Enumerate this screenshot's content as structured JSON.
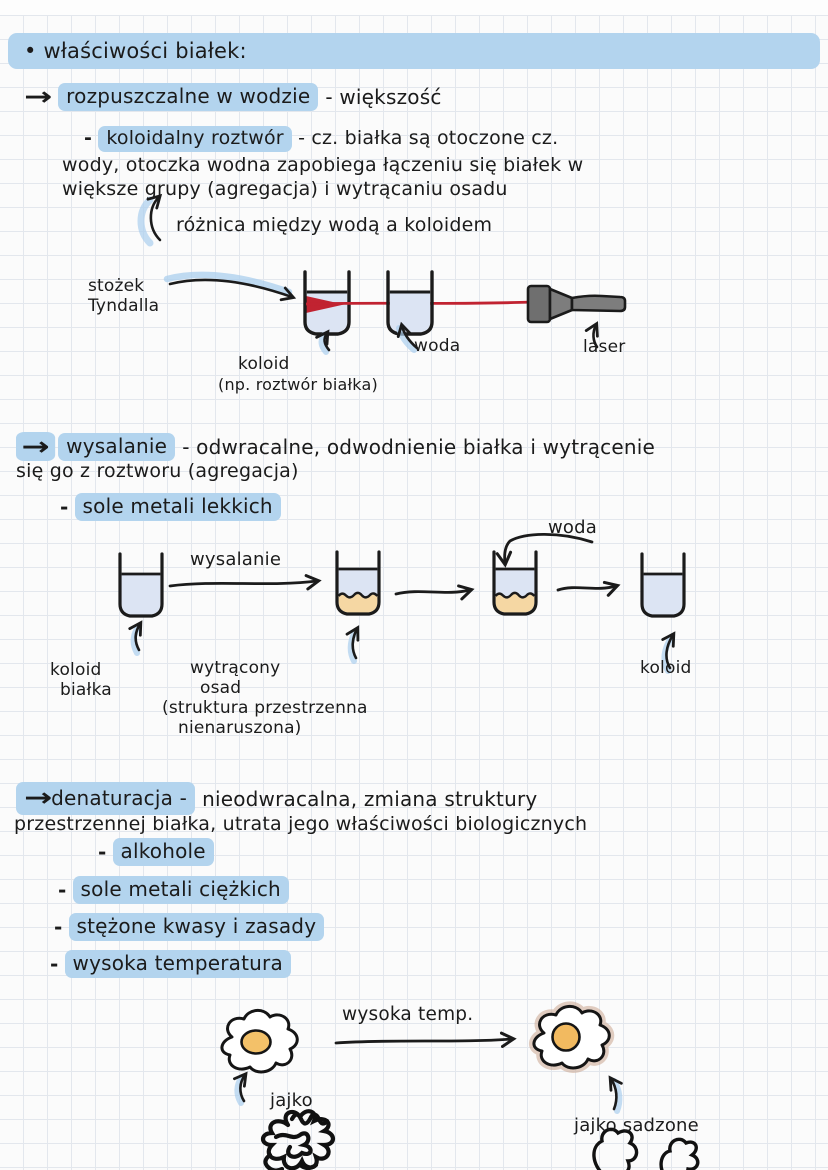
{
  "title": {
    "text": "• właściwości białek:"
  },
  "solubility": {
    "arrow": "→",
    "term": "rozpuszczalne w wodzie",
    "rest": "- większość",
    "colloid_dash": "-",
    "colloid_term": "koloidalny roztwór",
    "colloid_line1": "- cz. białka są otoczone cz.",
    "colloid_line2": "wody, otoczka wodna zapobiega łączeniu się białek w",
    "colloid_line3": "większe grupy (agregacja) i wytrącaniu osadu",
    "note": "różnica między wodą a koloidem"
  },
  "tyndall": {
    "cone_label_line1": "stożek",
    "cone_label_line2": "Tyndalla",
    "colloid_label": "koloid",
    "colloid_sublabel": "(np. roztwór białka)",
    "water_label": "woda",
    "laser_label": "laser"
  },
  "salting": {
    "arrow": "→",
    "term": "wysalanie",
    "rest_line1": "- odwracalne, odwodnienie białka i wytrącenie",
    "rest_line2": "się go z roztworu (agregacja)",
    "item_dash": "-",
    "item": "sole metali lekkich",
    "fig": {
      "process_label": "wysalanie",
      "water_label": "woda",
      "beaker1_label_line1": "koloid",
      "beaker1_label_line2": "białka",
      "beaker2_label_line1": "wytrącony",
      "beaker2_label_line2": "osad",
      "beaker2_label_line3": "(struktura przestrzenna",
      "beaker2_label_line4": "nienaruszona)",
      "beaker4_label": "koloid"
    }
  },
  "denaturation": {
    "arrow": "→",
    "term": "denaturacja -",
    "rest_line1": "nieodwracalna, zmiana struktury",
    "rest_line2": "przestrzennej białka, utrata jego właściwości biologicznych",
    "items": [
      {
        "dash": "-",
        "label": "alkohole"
      },
      {
        "dash": "-",
        "label": "sole metali ciężkich"
      },
      {
        "dash": "-",
        "label": "stężone kwasy i zasady"
      },
      {
        "dash": "-",
        "label": "wysoka temperatura"
      }
    ],
    "fig": {
      "process_label": "wysoka temp.",
      "egg_label": "jajko",
      "fried_egg_label": "jajko sadzone"
    }
  },
  "colors": {
    "highlight": "#b3d4ee",
    "ink": "#1b1b1b",
    "laser_red": "#c12331",
    "beaker_liquid": "#dce4f3",
    "precipitate": "#f5d7a3",
    "yolk": "#f3c169"
  }
}
